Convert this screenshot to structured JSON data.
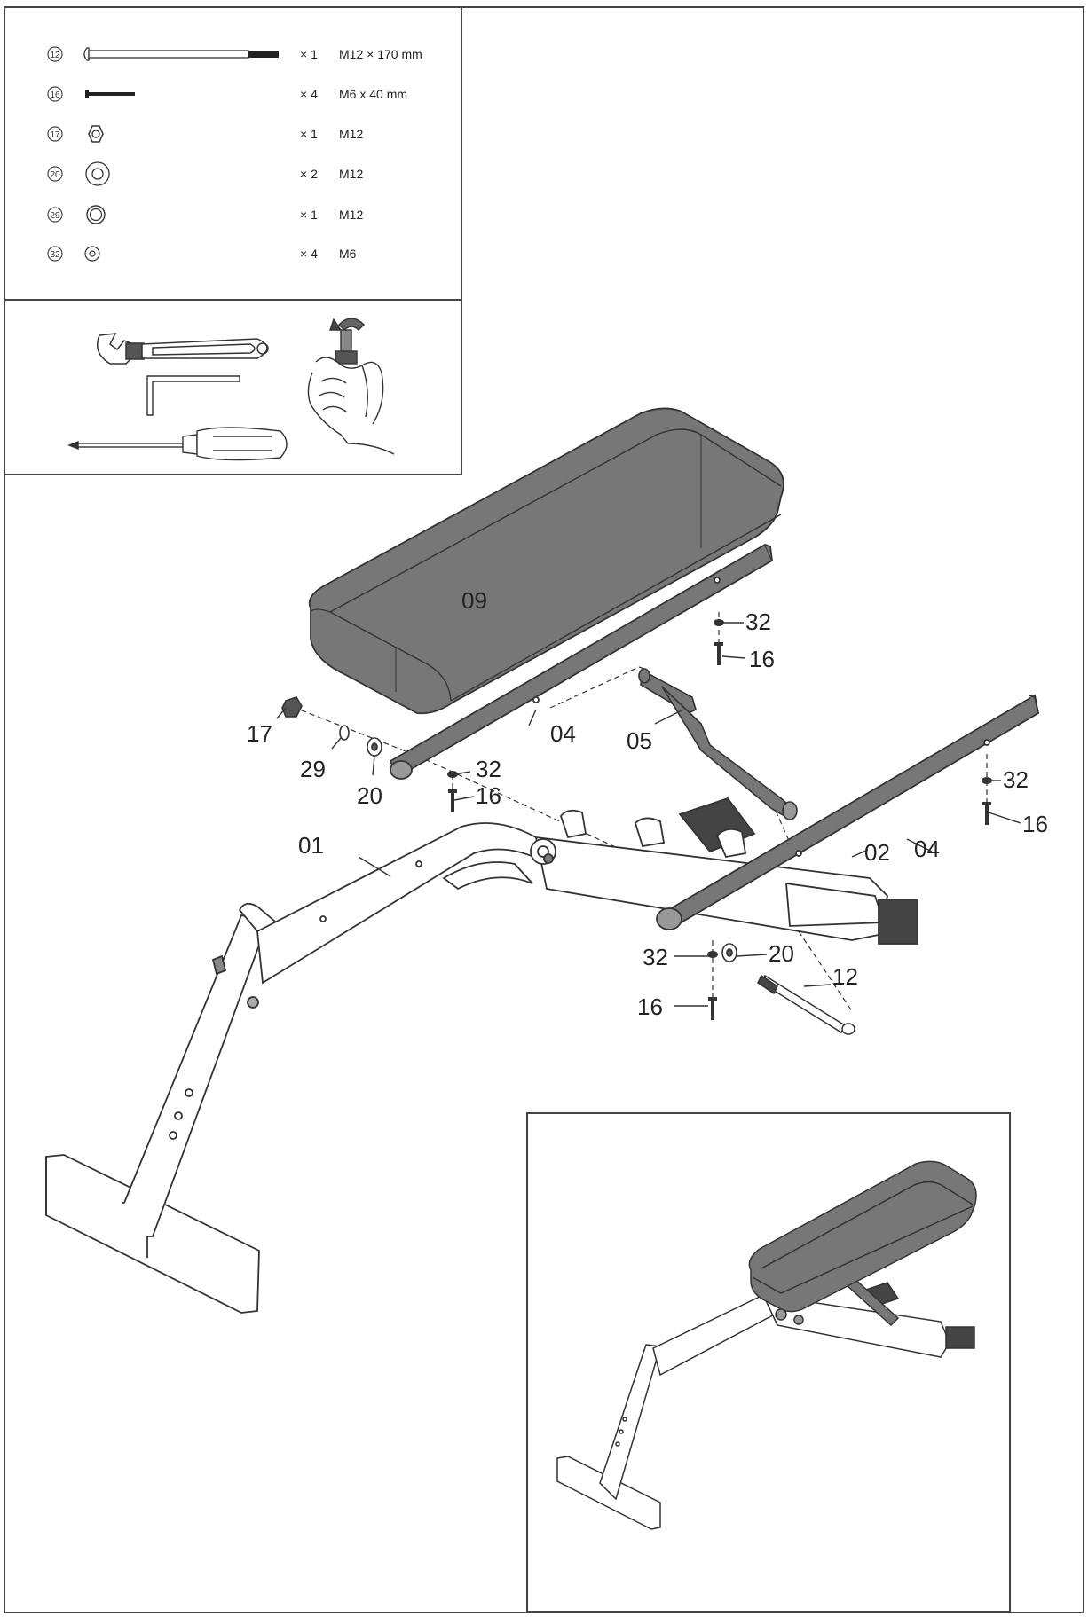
{
  "hardware": [
    {
      "num": "12",
      "qty": "× 1",
      "spec": "M12 × 170 mm",
      "icon": "long-bolt-icon"
    },
    {
      "num": "16",
      "qty": "× 4",
      "spec": "M6 x 40 mm",
      "icon": "short-bolt-icon"
    },
    {
      "num": "17",
      "qty": "× 1",
      "spec": "M12",
      "icon": "nut-icon"
    },
    {
      "num": "20",
      "qty": "× 2",
      "spec": "M12",
      "icon": "flat-washer-icon"
    },
    {
      "num": "29",
      "qty": "× 1",
      "spec": "M12",
      "icon": "ring-washer-icon"
    },
    {
      "num": "32",
      "qty": "× 4",
      "spec": "M6",
      "icon": "small-washer-icon"
    }
  ],
  "tools": [
    "adjustable-wrench-icon",
    "allen-key-icon",
    "screwdriver-icon",
    "hand-tighten-icon"
  ],
  "parts": {
    "seat": "09",
    "rail_top": "04",
    "rail_bottom": "04",
    "support": "05",
    "frame_front": "01",
    "frame_rear": "02",
    "nut": "17",
    "ring_washer": "29",
    "washer_top": "20",
    "washer_bottom": "20",
    "washer_small_a": "32",
    "washer_small_b": "32",
    "washer_small_c": "32",
    "washer_small_d": "32",
    "bolt_a": "16",
    "bolt_b": "16",
    "bolt_c": "16",
    "bolt_d": "16",
    "axle_bolt": "12"
  }
}
